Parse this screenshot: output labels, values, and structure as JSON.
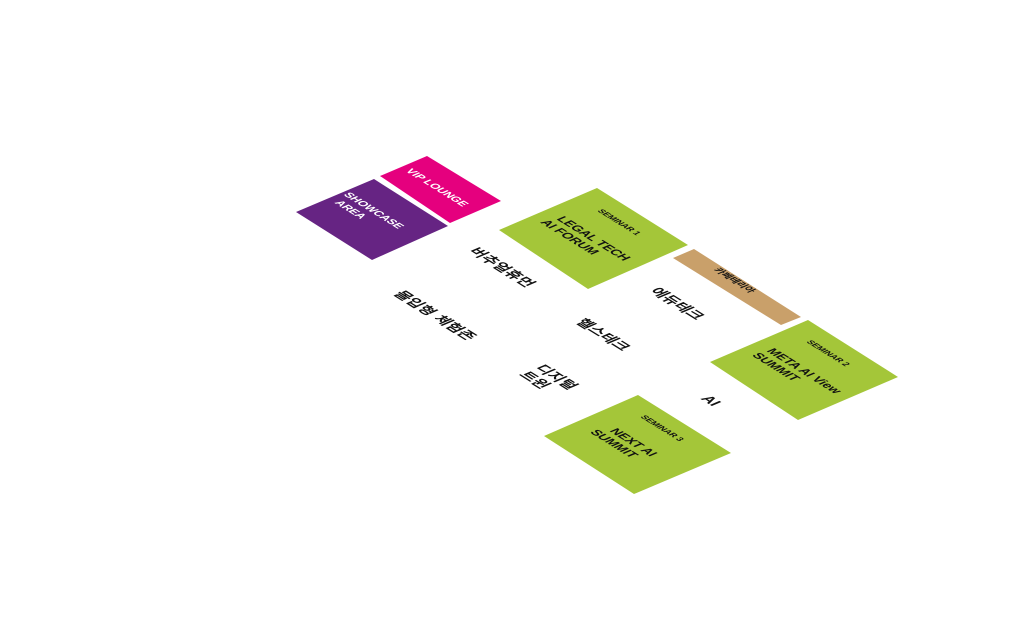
{
  "map": {
    "title": "Exhibition Floor Plan",
    "colors": {
      "purple": "#662483",
      "magenta": "#e5007e",
      "green": "#a4c639",
      "tan": "#c9a06a",
      "text_dark": "#111111",
      "text_light": "#ffffff"
    },
    "zones": [
      {
        "id": "showcase",
        "kind": "area",
        "color": "#662483",
        "lines": [
          "SHOWCASE",
          "AREA"
        ]
      },
      {
        "id": "vip",
        "kind": "area",
        "color": "#e5007e",
        "lines": [
          "VIP LOUNGE"
        ]
      },
      {
        "id": "seminar1",
        "kind": "seminar",
        "color": "#a4c639",
        "tag": "SEMINAR 1",
        "lines": [
          "LEGAL TECH",
          "AI FORUM"
        ]
      },
      {
        "id": "cafeteria",
        "kind": "amenity",
        "color": "#c9a06a",
        "lines": [
          "카페테리아"
        ]
      },
      {
        "id": "seminar2",
        "kind": "seminar",
        "color": "#a4c639",
        "tag": "SEMINAR 2",
        "lines": [
          "META AI View",
          "SUMMIT"
        ]
      },
      {
        "id": "seminar3",
        "kind": "seminar",
        "color": "#a4c639",
        "tag": "SEMINAR 3",
        "lines": [
          "NEXT AI",
          "SUMMIT"
        ]
      }
    ],
    "open_areas": [
      {
        "id": "virtual-human",
        "label": "버추얼휴먼"
      },
      {
        "id": "immersive-zone",
        "label": "몰입형 체험존"
      },
      {
        "id": "edutech",
        "label": "에듀테크"
      },
      {
        "id": "healthtech",
        "label": "헬스테크"
      },
      {
        "id": "digital-twin",
        "label": "디지털\n트윈"
      },
      {
        "id": "ai",
        "label": "AI"
      }
    ]
  }
}
